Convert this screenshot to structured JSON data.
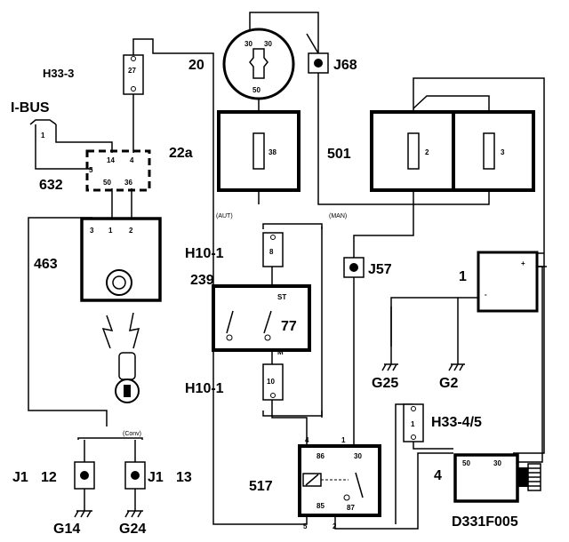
{
  "diagram_id": "D331F005",
  "labels": {
    "ignition_switch": "20",
    "relay_j68": "J68",
    "fuse_h33_3": "H33-3",
    "ibus": "I-BUS",
    "connector_22a": "22a",
    "module_632": "632",
    "fuse_box_501": "501",
    "ecu_463": "463",
    "aut": "(AUT)",
    "man": "(MAN)",
    "h10_top": "H10-1",
    "h10_bottom": "H10-1",
    "switch_239": "239",
    "j57": "J57",
    "battery": "1",
    "g25": "G25",
    "g2": "G2",
    "h33_45": "H33-4/5",
    "starter_motor": "4",
    "relay_517": "517",
    "j1_left": "J1",
    "j1_left_num": "12",
    "j1_right": "J1",
    "j1_right_num": "13",
    "g14": "G14",
    "g24": "G24",
    "conv": "(Conv)"
  },
  "pins": {
    "ign_30a": "30",
    "ign_30b": "30",
    "ign_50": "50",
    "fuse_h33_3": "27",
    "fuse_38": "38",
    "fuse_2": "2",
    "fuse_3": "3",
    "ibus_pin": "1",
    "m632_5": "5",
    "m632_14": "14",
    "m632_4": "4",
    "m632_50": "50",
    "m632_36": "36",
    "ecu_3": "3",
    "ecu_1": "1",
    "ecu_2": "2",
    "h10_top": "8",
    "sw_st": "ST",
    "sw_77": "77",
    "sw_m": "M",
    "h10_bottom": "10",
    "bat_plus": "+",
    "bat_minus": "-",
    "h33_45_pin": "1",
    "st_50": "50",
    "st_30": "30",
    "r517_4": "4",
    "r517_1": "1",
    "r517_86": "86",
    "r517_30": "30",
    "r517_85": "85",
    "r517_87": "87",
    "r517_5": "5",
    "r517_2": "2"
  }
}
